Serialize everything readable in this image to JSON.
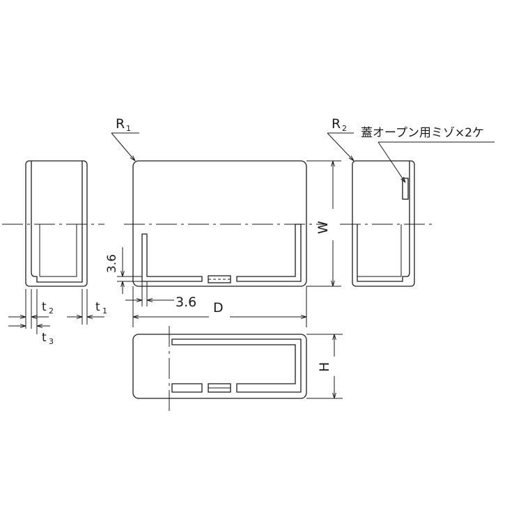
{
  "labels": {
    "r1": "R",
    "r1_sub": "1",
    "r2": "R",
    "r2_sub": "2",
    "lid_note": "蓋オープン用ミゾ×2ケ",
    "w": "W",
    "h": "H",
    "d": "D",
    "dim_36_v": "3.6",
    "dim_36_h": "3.6",
    "t1": "t",
    "t1_sub": "1",
    "t2": "t",
    "t2_sub": "2",
    "t3": "t",
    "t3_sub": "3"
  }
}
